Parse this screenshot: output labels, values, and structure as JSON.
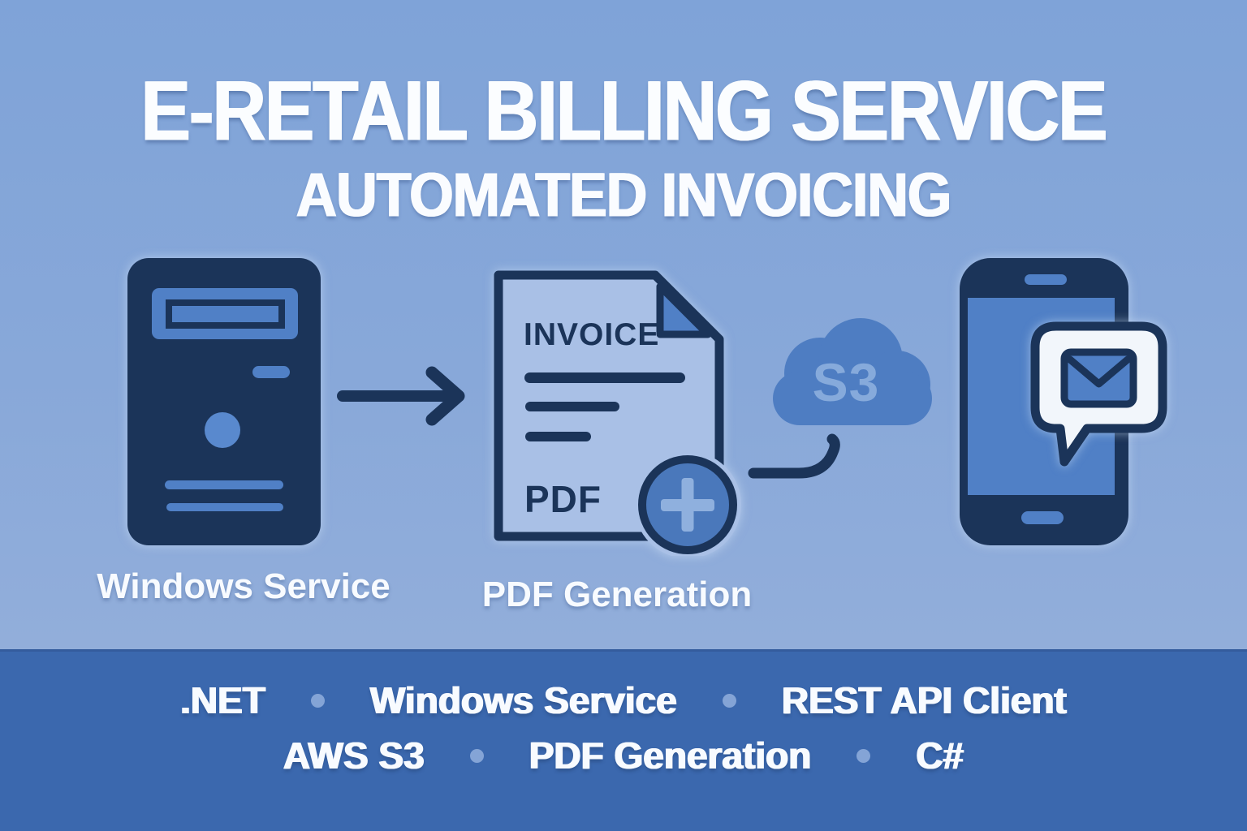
{
  "header": {
    "title": "E-RETAIL BILLING SERVICE",
    "subtitle": "AUTOMATED INVOICING"
  },
  "diagram": {
    "windows_service": {
      "label": "Windows Service"
    },
    "document": {
      "title": "INVOICE",
      "type": "PDF",
      "label": "PDF Generation"
    },
    "cloud": {
      "label": "S3"
    },
    "icons": [
      "server-icon",
      "arrow-right-icon",
      "invoice-document-icon",
      "plus-circle-icon",
      "s3-cloud-icon",
      "curve-connector-icon",
      "phone-icon",
      "message-bubble-icon",
      "envelope-icon"
    ]
  },
  "footer": {
    "rows": [
      {
        "tags": [
          ".NET",
          "Windows Service",
          "REST API Client"
        ]
      },
      {
        "tags": [
          "AWS S3",
          "PDF Generation",
          "C#"
        ]
      }
    ]
  },
  "colors": {
    "background": "#88a8d9",
    "navy": "#1b3459",
    "accent_blue": "#5080c6",
    "document_fill": "#a9c0e6",
    "cloud_blue": "#4e7dc2",
    "cloud_text": "#86aadb",
    "footer_bg": "#3b68ae",
    "white": "#f8fbff"
  }
}
